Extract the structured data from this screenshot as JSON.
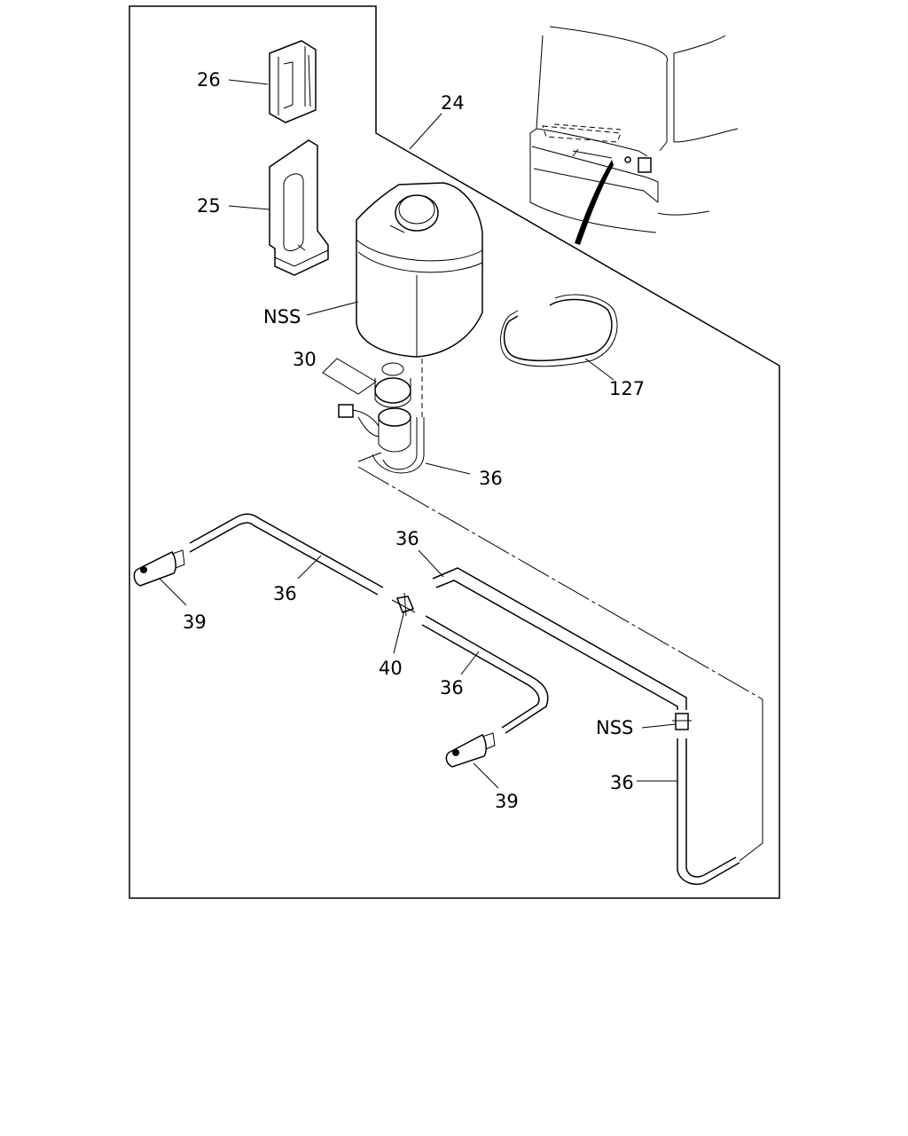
{
  "diagram": {
    "labels": {
      "part_26": "26",
      "part_25": "25",
      "part_24": "24",
      "part_nss_tank": "NSS",
      "part_30": "30",
      "part_127": "127",
      "part_36_pump": "36",
      "part_36_upper_right": "36",
      "part_36_left_hose": "36",
      "part_39_left": "39",
      "part_40": "40",
      "part_36_mid_hose": "36",
      "part_nss_connector": "NSS",
      "part_36_lower_right": "36",
      "part_39_bottom": "39"
    }
  }
}
